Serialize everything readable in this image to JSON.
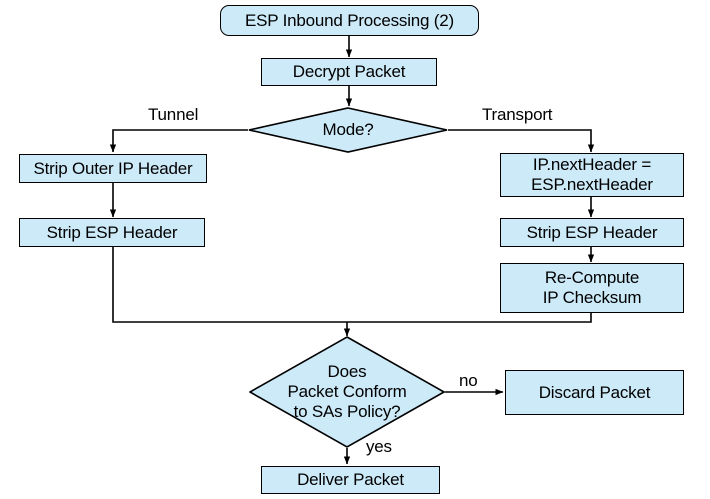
{
  "diagram": {
    "title": "ESP Inbound Processing (2)",
    "type": "flowchart",
    "colors": {
      "node_fill": "#cdeaf9",
      "node_stroke": "#000000",
      "edge_stroke": "#000000",
      "text": "#000000",
      "background": "#ffffff"
    },
    "nodes": {
      "start": {
        "label": "ESP Inbound Processing (2)",
        "shape": "terminator"
      },
      "decrypt": {
        "label": "Decrypt Packet",
        "shape": "process"
      },
      "mode": {
        "label": "Mode?",
        "shape": "decision"
      },
      "strip_outer_ip": {
        "label": "Strip Outer IP Header",
        "shape": "process"
      },
      "strip_esp_tunnel": {
        "label": "Strip ESP Header",
        "shape": "process"
      },
      "next_header": {
        "label": "IP.nextHeader =\nESP.nextHeader",
        "shape": "process"
      },
      "strip_esp_transport": {
        "label": "Strip ESP Header",
        "shape": "process"
      },
      "recompute": {
        "label": "Re-Compute\nIP Checksum",
        "shape": "process"
      },
      "conform": {
        "label": "Does\nPacket Conform\nto SAs Policy?",
        "shape": "decision"
      },
      "discard": {
        "label": "Discard Packet",
        "shape": "process"
      },
      "deliver": {
        "label": "Deliver Packet",
        "shape": "process"
      }
    },
    "edge_labels": {
      "tunnel": "Tunnel",
      "transport": "Transport",
      "no": "no",
      "yes": "yes"
    },
    "edges": [
      {
        "from": "start",
        "to": "decrypt",
        "label": ""
      },
      {
        "from": "decrypt",
        "to": "mode",
        "label": ""
      },
      {
        "from": "mode",
        "to": "strip_outer_ip",
        "label": "Tunnel"
      },
      {
        "from": "mode",
        "to": "next_header",
        "label": "Transport"
      },
      {
        "from": "strip_outer_ip",
        "to": "strip_esp_tunnel",
        "label": ""
      },
      {
        "from": "strip_esp_tunnel",
        "to": "conform",
        "label": ""
      },
      {
        "from": "next_header",
        "to": "strip_esp_transport",
        "label": ""
      },
      {
        "from": "strip_esp_transport",
        "to": "recompute",
        "label": ""
      },
      {
        "from": "recompute",
        "to": "conform",
        "label": ""
      },
      {
        "from": "conform",
        "to": "discard",
        "label": "no"
      },
      {
        "from": "conform",
        "to": "deliver",
        "label": "yes"
      }
    ]
  }
}
